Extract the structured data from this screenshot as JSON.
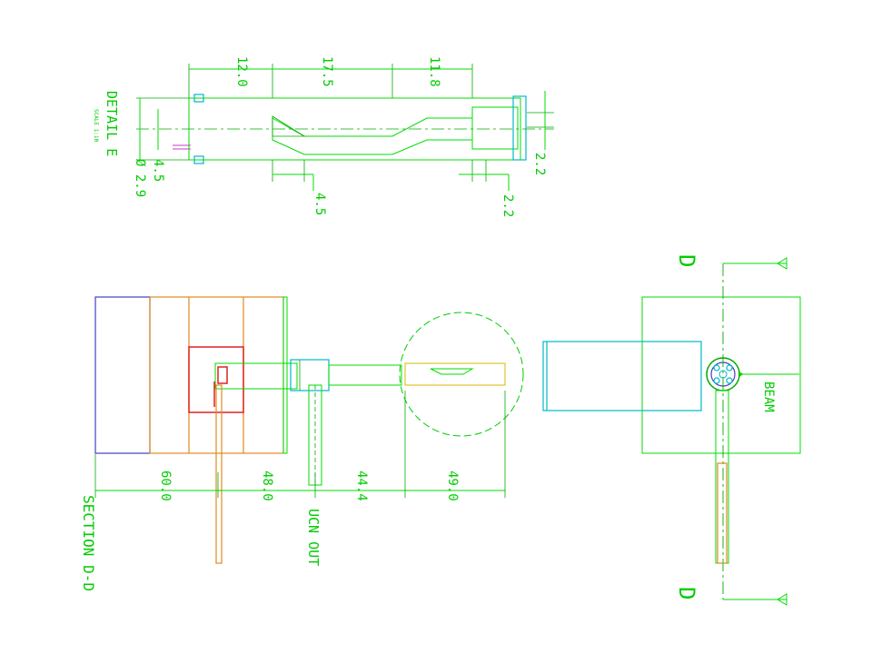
{
  "detail": {
    "title": "DETAIL E",
    "scale": "SCALE 1:10",
    "dims": {
      "d12": "12.0",
      "d17": "17.5",
      "d11": "11.8",
      "d45a": "4.5",
      "d29": "Ø 2.9",
      "d45b": "4.5",
      "d22a": "2.2",
      "d22b": "2.2"
    }
  },
  "section": {
    "title": "SECTION D-D",
    "ucn": "UCN OUT",
    "dims": {
      "d60": "60.0",
      "d48": "48.0",
      "d44": "44.4",
      "d49": "49.0"
    }
  },
  "view": {
    "beam": "BEAM",
    "markTop": "D",
    "markBottom": "D"
  },
  "colors": {
    "line": "#00dd00",
    "hatch": "#00aa00",
    "orange": "#e08a20",
    "blue": "#4040c0",
    "yellow": "#d8b800",
    "cyan": "#00b8c8",
    "red": "#e02020",
    "magenta": "#c040c0"
  }
}
